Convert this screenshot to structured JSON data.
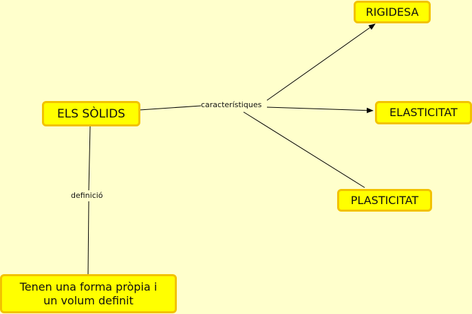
{
  "nodes": {
    "root": "ELS SÒLIDS",
    "rigidesa": "RIGIDESA",
    "elasticitat": "ELASTICITAT",
    "plasticitat": "PLASTICITAT",
    "definition_line1": "Tenen una forma pròpia i",
    "definition_line2": "un volum definit"
  },
  "links": {
    "characteristics": "característiques",
    "definition": "definició"
  },
  "colors": {
    "background": "#ffffcc",
    "node_fill": "#ffff00",
    "node_border": "#f2c200"
  }
}
